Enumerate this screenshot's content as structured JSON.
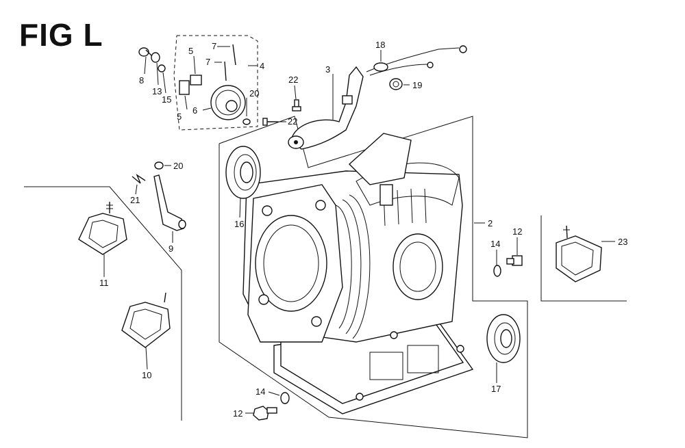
{
  "title": "FIG L",
  "callouts": {
    "c2": "2",
    "c3": "3",
    "c4": "4",
    "c5a": "5",
    "c5b": "5",
    "c6": "6",
    "c7a": "7",
    "c7b": "7",
    "c8": "8",
    "c9": "9",
    "c10": "10",
    "c11": "11",
    "c12a": "12",
    "c12b": "12",
    "c13": "13",
    "c14a": "14",
    "c14b": "14",
    "c15": "15",
    "c16": "16",
    "c17": "17",
    "c18": "18",
    "c19": "19",
    "c20a": "20",
    "c20b": "20",
    "c21": "21",
    "c22a": "22",
    "c22b": "22",
    "c23": "23"
  }
}
